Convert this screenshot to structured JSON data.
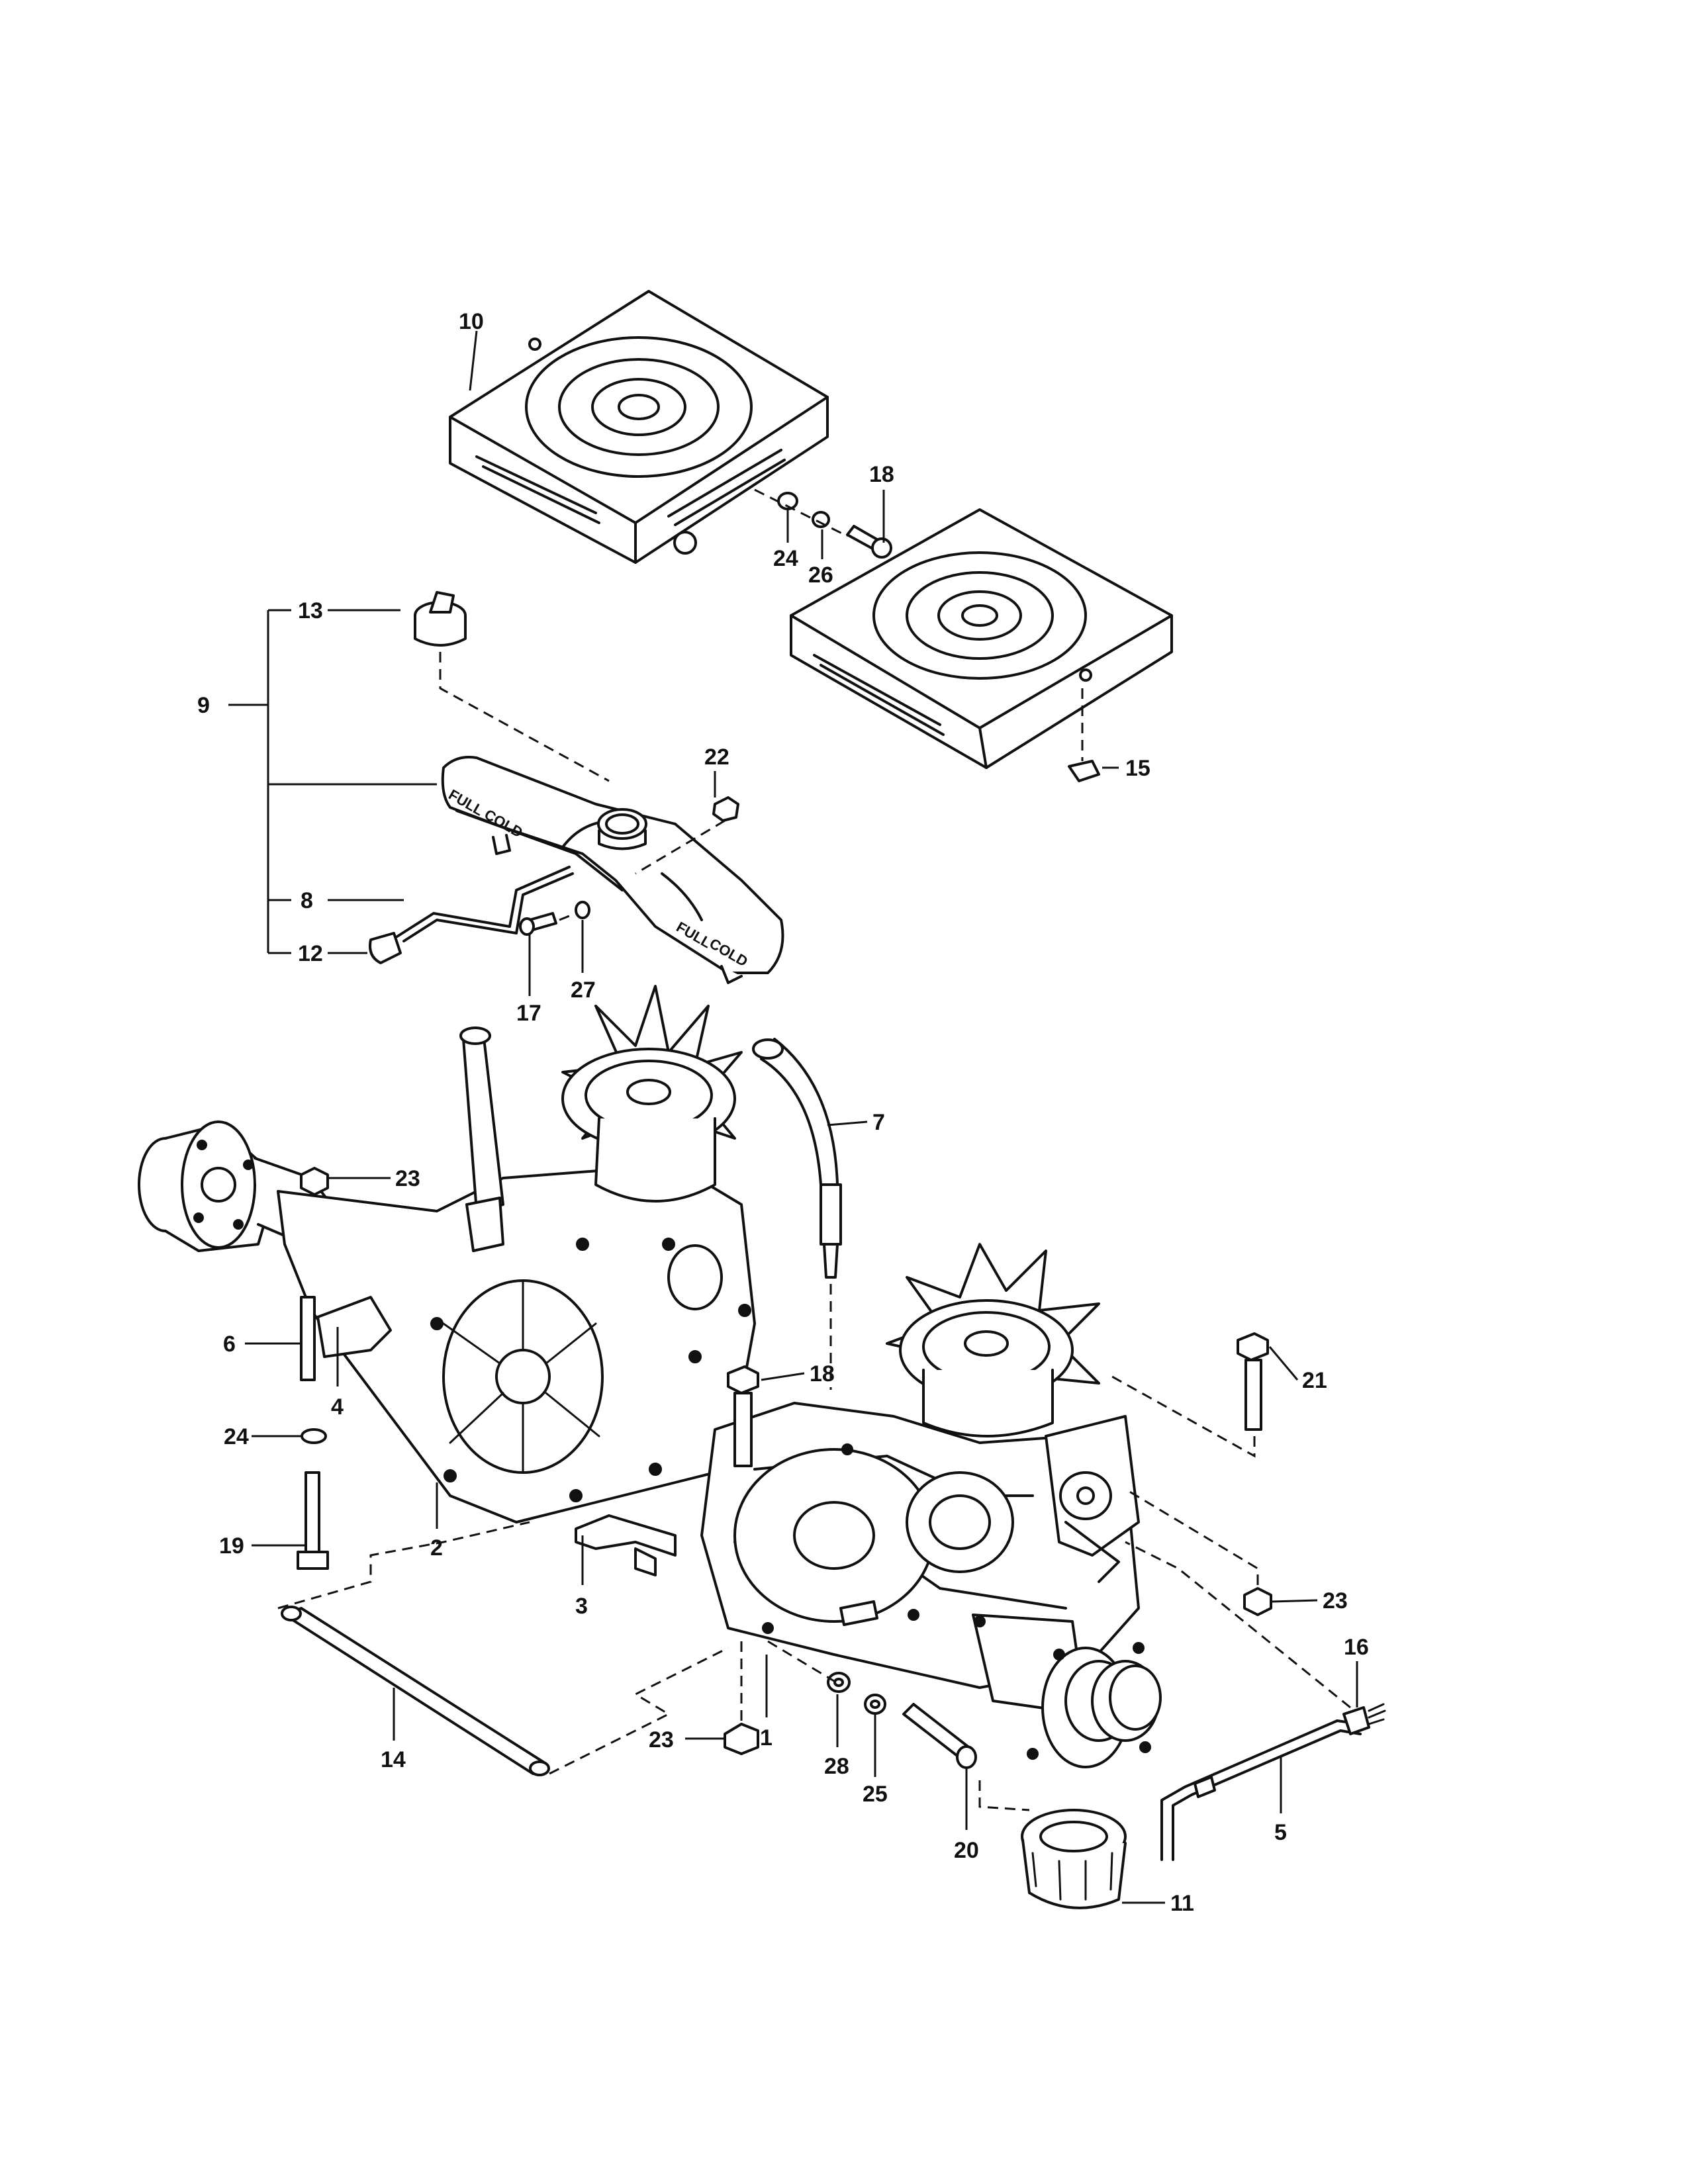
{
  "tank_text": {
    "full": "FULL",
    "cold": "COLD"
  },
  "callouts": {
    "p1": "1",
    "p2": "2",
    "p3": "3",
    "p4": "4",
    "p5": "5",
    "p6": "6",
    "p7": "7",
    "p8": "8",
    "p9": "9",
    "p10": "10",
    "p11": "11",
    "p12": "12",
    "p13": "13",
    "p14": "14",
    "p15": "15",
    "p16": "16",
    "p17": "17",
    "p18a": "18",
    "p18b": "18",
    "p19": "19",
    "p20": "20",
    "p21": "21",
    "p22": "22",
    "p23a": "23",
    "p23b": "23",
    "p23c": "23",
    "p24a": "24",
    "p24b": "24",
    "p25": "25",
    "p26": "26",
    "p27": "27",
    "p28": "28"
  }
}
